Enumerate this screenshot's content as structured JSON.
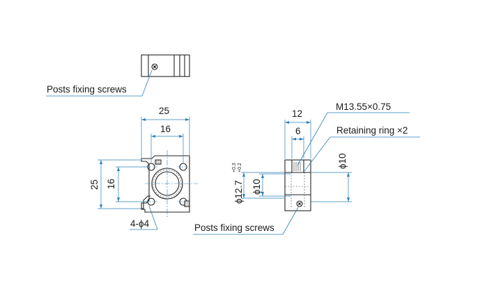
{
  "labels": {
    "posts_fixing_screws_top": "Posts fixing screws",
    "posts_fixing_screws_side": "Posts fixing screws",
    "thread_spec": "M13.55×0.75",
    "retaining_ring": "Retaining ring ×2",
    "holes": "4-ϕ4"
  },
  "dimensions": {
    "front_width_outer": "25",
    "front_width_inner": "16",
    "front_height_outer": "25",
    "front_height_inner": "16",
    "side_width": "12",
    "side_inner": "6",
    "bore_outer": "ϕ12.7",
    "bore_tol_upper": "+0.3",
    "bore_tol_lower": "+0.2",
    "bore_inner": "ϕ10",
    "right_diameter": "ϕ10"
  },
  "colors": {
    "dimension_line": "#2a7fb8",
    "object_line": "#222222"
  }
}
